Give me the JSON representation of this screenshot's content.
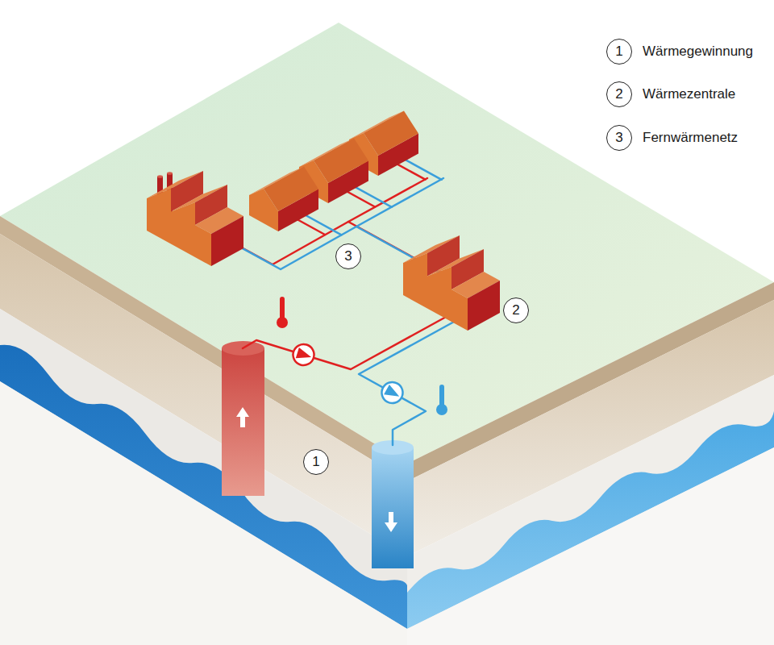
{
  "diagram": {
    "labels": [
      "1",
      "2",
      "3",
      "3",
      "2",
      "1"
    ],
    "legend": [
      {
        "text": "Wärmegewinnung"
      },
      {
        "text": "Wärmezentrale"
      },
      {
        "text": "Fernwärmenetz"
      }
    ]
  }
}
